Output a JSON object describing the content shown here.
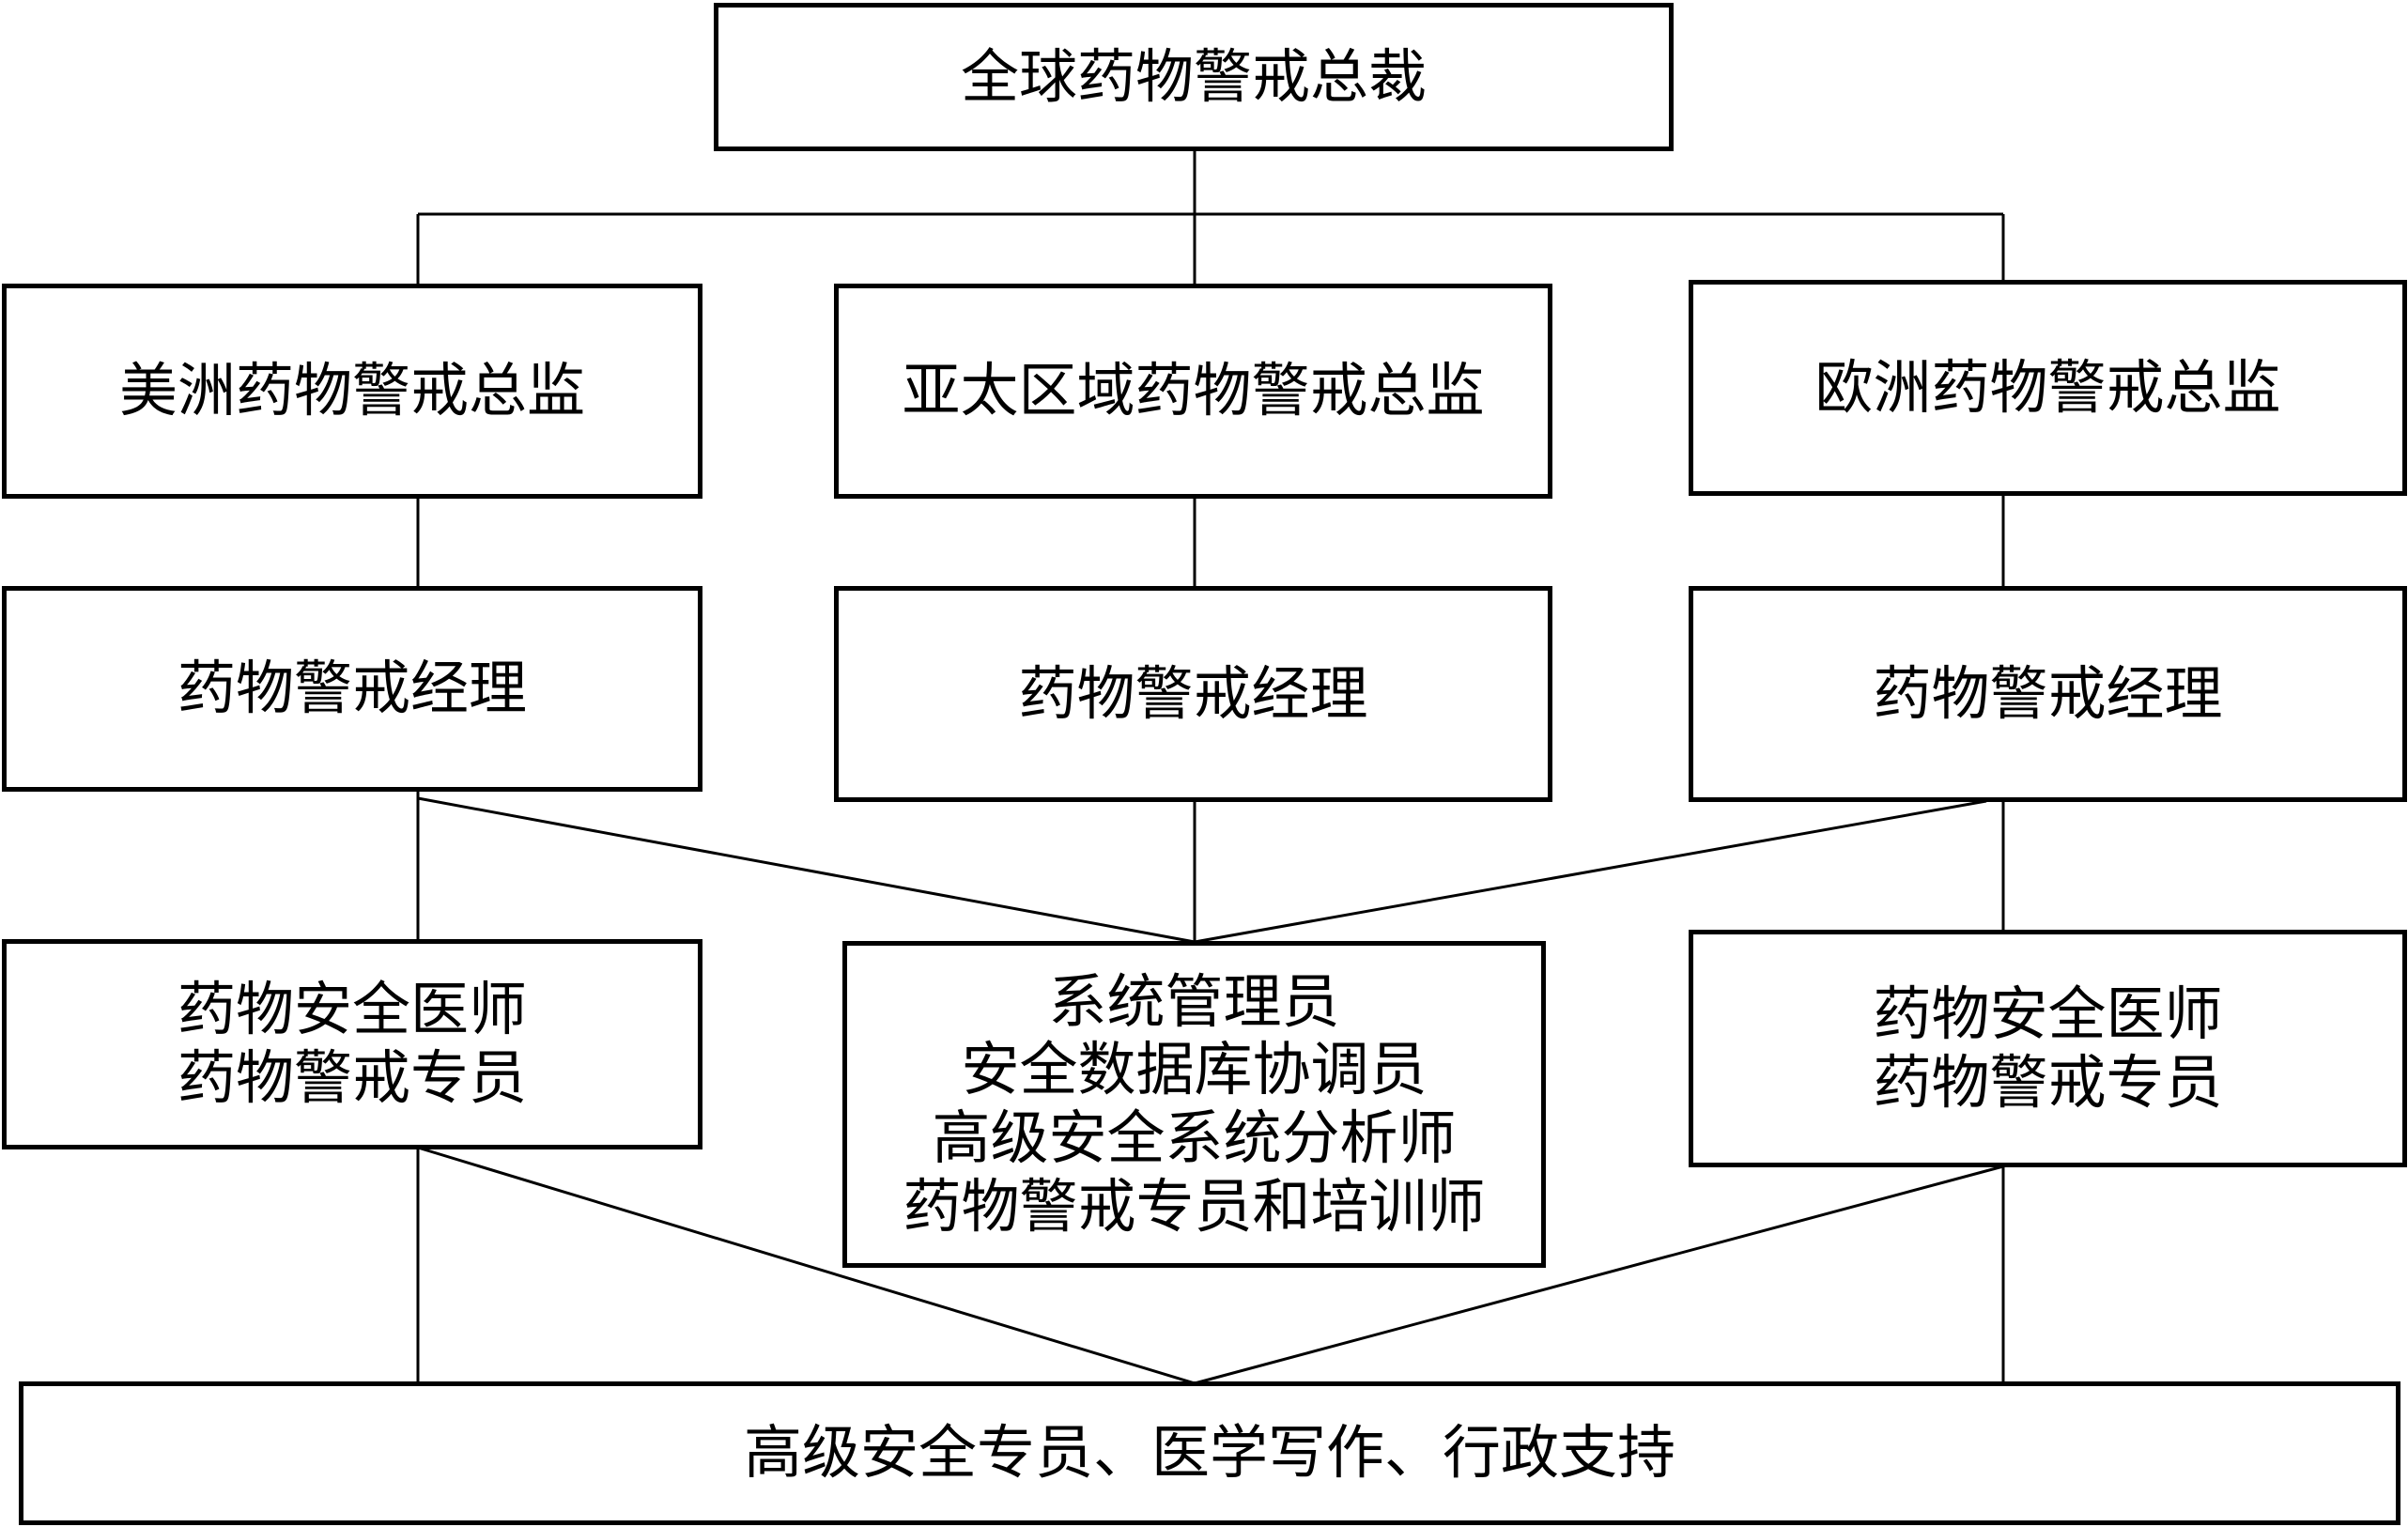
{
  "org": {
    "top": "全球药物警戒总裁",
    "directors": {
      "americas": "美洲药物警戒总监",
      "apac": "亚太区域药物警戒总监",
      "europe": "欧洲药物警戒总监"
    },
    "managers": {
      "americas": "药物警戒经理",
      "apac": "药物警戒经理",
      "europe": "药物警戒经理"
    },
    "staff": {
      "americas": [
        "药物安全医师",
        "药物警戒专员"
      ],
      "center": [
        "系统管理员",
        "安全数据库协调员",
        "高级安全系统分析师",
        "药物警戒专员和培训师"
      ],
      "europe": [
        "药物安全医师",
        "药物警戒专员"
      ]
    },
    "support": "高级安全专员、医学写作、行政支持"
  }
}
